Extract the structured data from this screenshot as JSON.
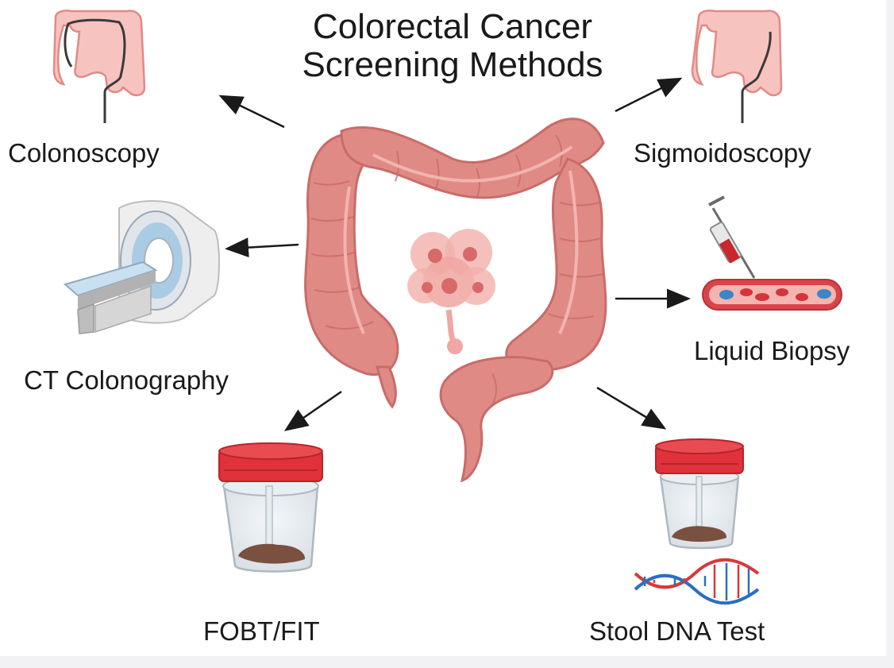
{
  "title": {
    "line1": "Colorectal Cancer",
    "line2": "Screening Methods"
  },
  "methods": {
    "colonoscopy": "Colonoscopy",
    "sigmoidoscopy": "Sigmoidoscopy",
    "ct": "CT Colonography",
    "liquid": "Liquid Biopsy",
    "fobt": "FOBT/FIT",
    "stool_dna": "Stool DNA Test"
  },
  "colors": {
    "colon": "#e08a86",
    "colon_dark": "#c96c69",
    "lid": "#e0323a",
    "stool": "#7a5040",
    "dna_red": "#d9383a",
    "dna_blue": "#2a6fc0",
    "arrow": "#1a1a1a"
  }
}
